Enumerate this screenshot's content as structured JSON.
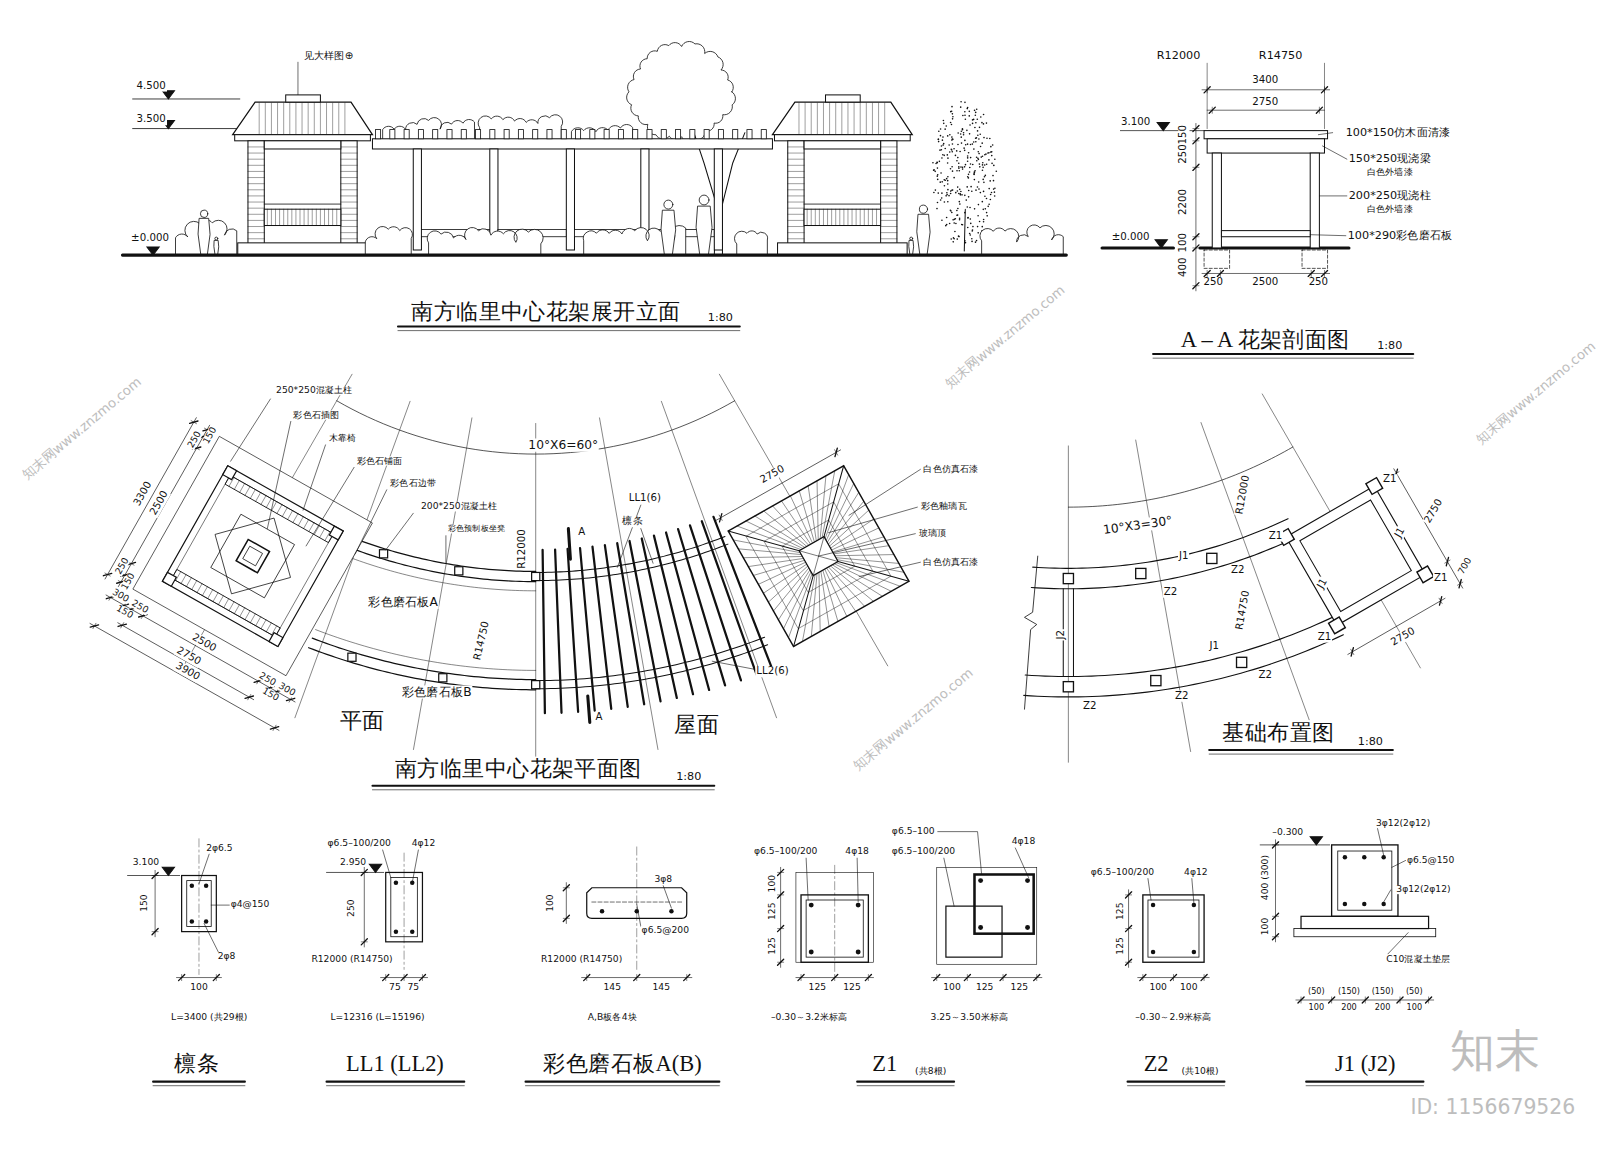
{
  "diagram": {
    "labels": [
      "见大样图⊕",
      "4.500",
      "3.500",
      "±0.000",
      "南方临里中心花架展开立面",
      "1:80",
      "R12000",
      "R14750",
      "3400",
      "2750",
      "3.100",
      "150",
      "250",
      "2200",
      "100",
      "400",
      "±0.000",
      "250",
      "2500",
      "250",
      "100*150仿木面清漆",
      "150*250现浇梁",
      "白色外墙漆",
      "200*250现浇柱",
      "白色外墙漆",
      "100*290彩色磨石板",
      "A – A 花架剖面图",
      "1:80",
      "250*250混凝土柱",
      "彩色石插图",
      "木靠椅",
      "彩色石铺面",
      "彩色石边带",
      "200*250混凝土柱",
      "彩色预制板坐凳",
      "彩色磨石板A",
      "彩色磨石板B",
      "R12000",
      "R14750",
      "10°X6=60°",
      "2750",
      "LL1(6)",
      "檩条",
      "A",
      "A",
      "白色仿真石漆",
      "彩色釉璃瓦",
      "玻璃顶",
      "白色仿真石漆",
      "LL2(6)",
      "150",
      "250",
      "3300",
      "2500",
      "250",
      "150",
      "300",
      "150",
      "250",
      "2750",
      "2500",
      "3900",
      "250",
      "150",
      "300",
      "平面",
      "屋面",
      "南方临里中心花架平面图",
      "1:80",
      "10°X3=30°",
      "R12000",
      "R14750",
      "2750",
      "2750",
      "700",
      "Z1",
      "Z1",
      "Z1",
      "Z1",
      "J1",
      "J1",
      "J1",
      "J1",
      "J2",
      "Z2",
      "Z2",
      "Z2",
      "Z2",
      "Z2",
      "基础布置图",
      "1:80",
      "3.100",
      "2φ6.5",
      "150",
      "φ4@150",
      "2φ8",
      "100",
      "L=3400 (共29根)",
      "檩条",
      "φ6.5–100/200",
      "4φ12",
      "2.950",
      "250",
      "R12000 (R14750)",
      "75",
      "75",
      "L=12316 (L=15196)",
      "LL1 (LL2)",
      "3φ8",
      "100",
      "φ6.5@200",
      "R12000 (R14750)",
      "145",
      "145",
      "A,B板各4块",
      "彩色磨石板A(B)",
      "φ6.5–100/200",
      "4φ18",
      "100",
      "125",
      "125",
      "125",
      "125",
      "–0.30～3.2米标高",
      "φ6.5–100",
      "φ6.5–100/200",
      "4φ18",
      "100",
      "125",
      "125",
      "3.25～3.50米标高",
      "Z1",
      "(共8根)",
      "φ6.5–100/200",
      "4φ12",
      "125",
      "125",
      "100",
      "100",
      "–0.30～2.9米标高",
      "Z2",
      "(共10根)",
      "–0.300",
      "3φ12(2φ12)",
      "φ6.5@150",
      "3φ12(2φ12)",
      "400 (300)",
      "100",
      "C10混凝土垫层",
      "(50)",
      "(150)",
      "(150)",
      "(50)",
      "100",
      "200",
      "200",
      "100",
      "J1 (J2)",
      "知末网www.znzmo.com",
      "知末网www.znzmo.com",
      "知末网www.znzmo.com",
      "知末网www.znzmo.com",
      "知末",
      "ID: 1156679526"
    ]
  }
}
